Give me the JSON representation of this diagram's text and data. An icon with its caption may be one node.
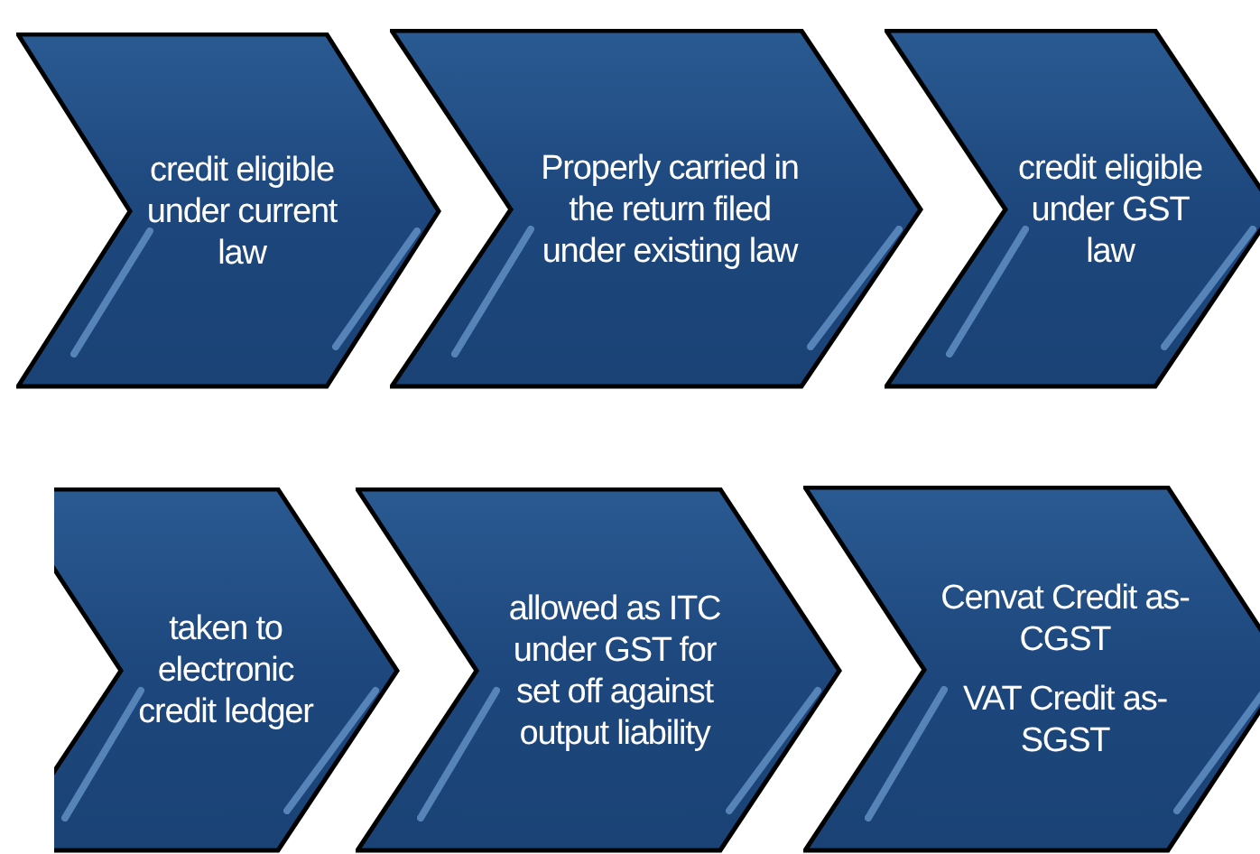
{
  "diagram": {
    "nodes": [
      {
        "text": [
          "credit eligible under current law"
        ]
      },
      {
        "text": [
          "Properly carried in the return filed under existing law"
        ]
      },
      {
        "text": [
          "credit eligible under GST law"
        ]
      },
      {
        "text": [
          "taken to electronic credit ledger"
        ]
      },
      {
        "text": [
          "allowed as ITC under GST for set off against output liability"
        ]
      },
      {
        "text": [
          "Cenvat Credit as- CGST",
          "VAT Credit as- SGST"
        ]
      }
    ]
  }
}
